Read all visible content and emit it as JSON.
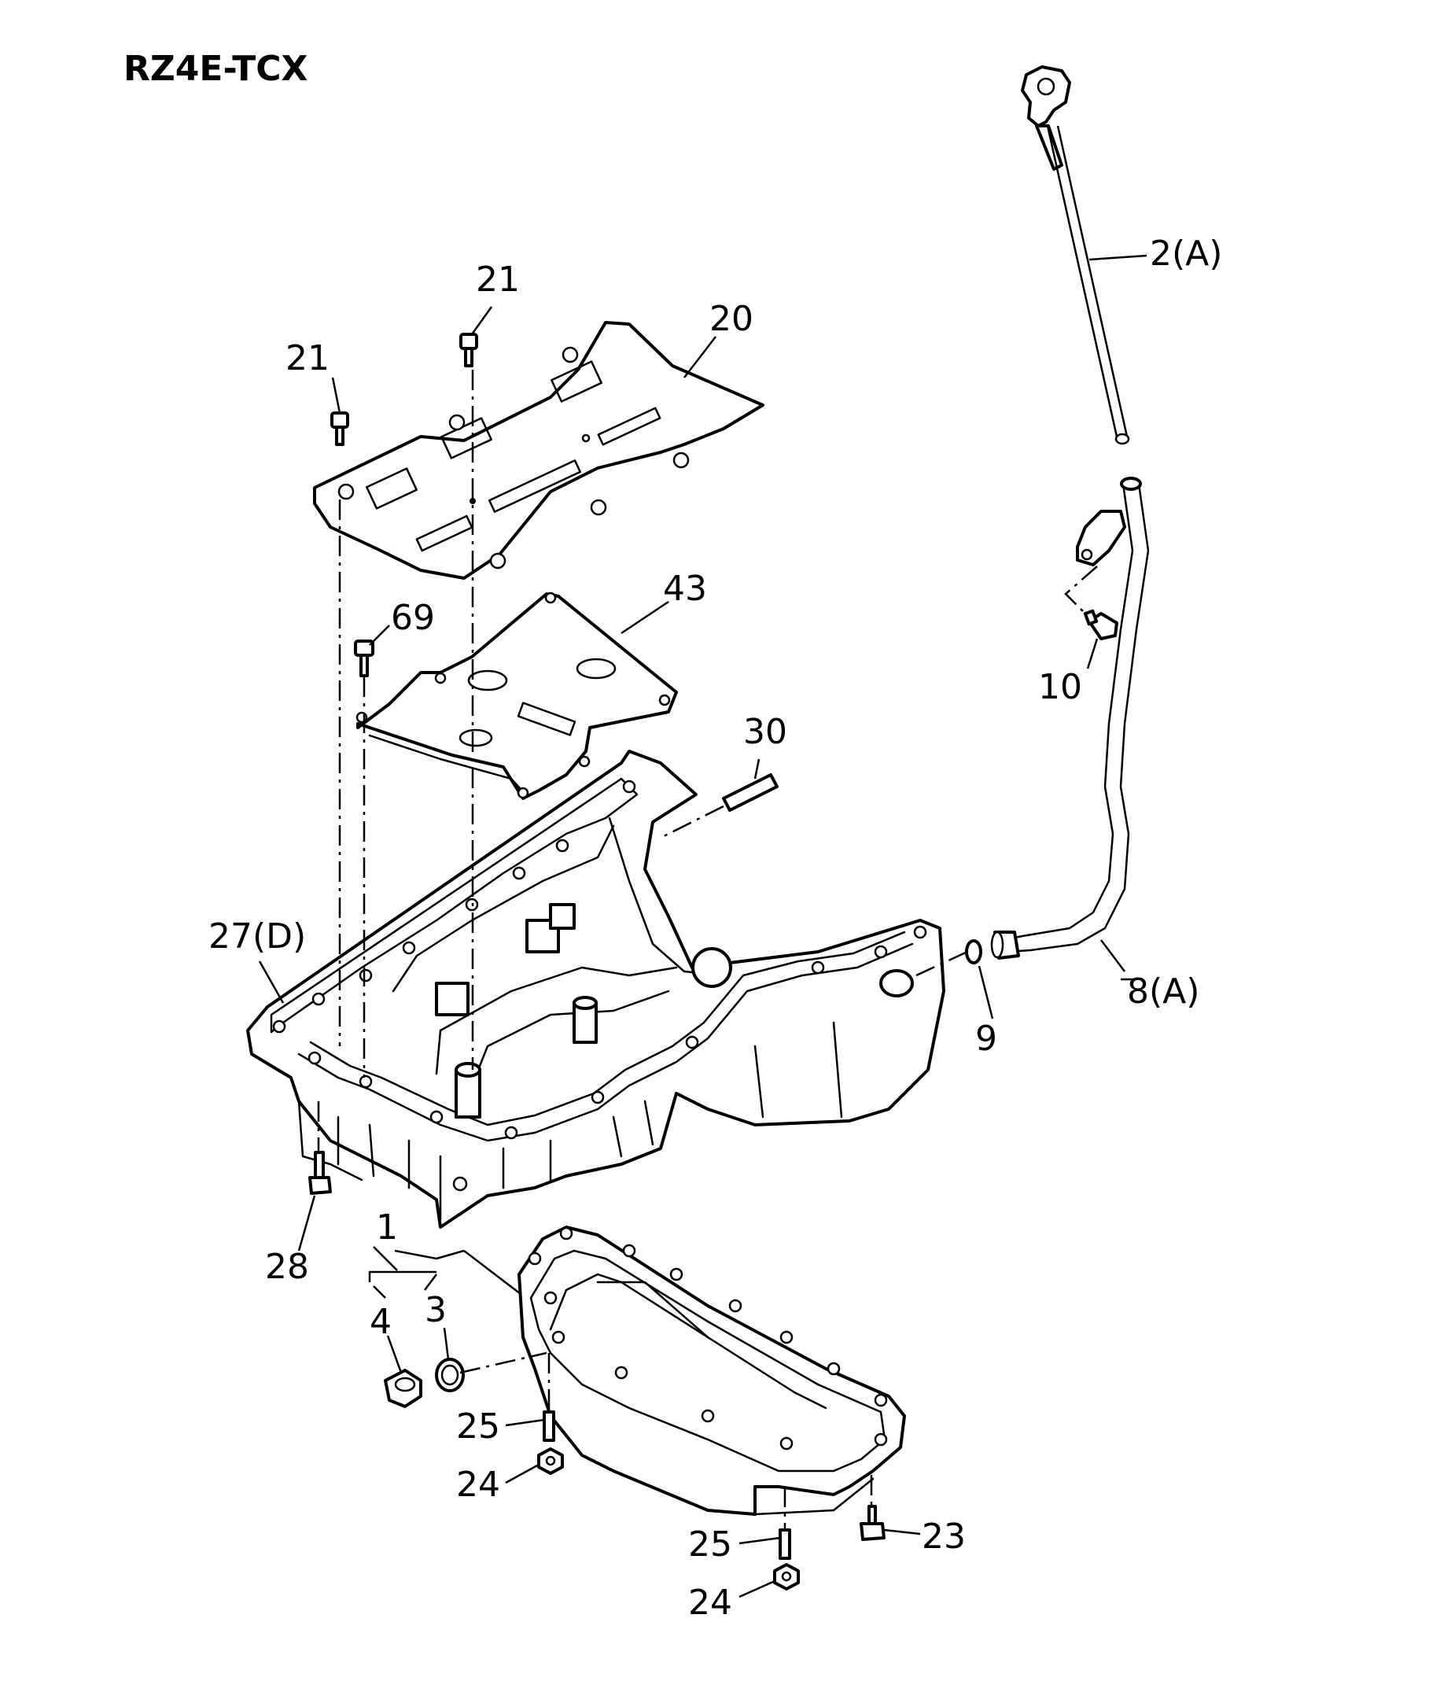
{
  "title": "RZ4E-TCX",
  "callouts": {
    "c1": "1",
    "c2": "2(A)",
    "c3": "3",
    "c4": "4",
    "c8": "8(A)",
    "c9": "9",
    "c10": "10",
    "c20": "20",
    "c21a": "21",
    "c21b": "21",
    "c23": "23",
    "c24a": "24",
    "c24b": "24",
    "c25a": "25",
    "c25b": "25",
    "c27": "27(D)",
    "c28": "28",
    "c30": "30",
    "c43": "43",
    "c69": "69"
  }
}
